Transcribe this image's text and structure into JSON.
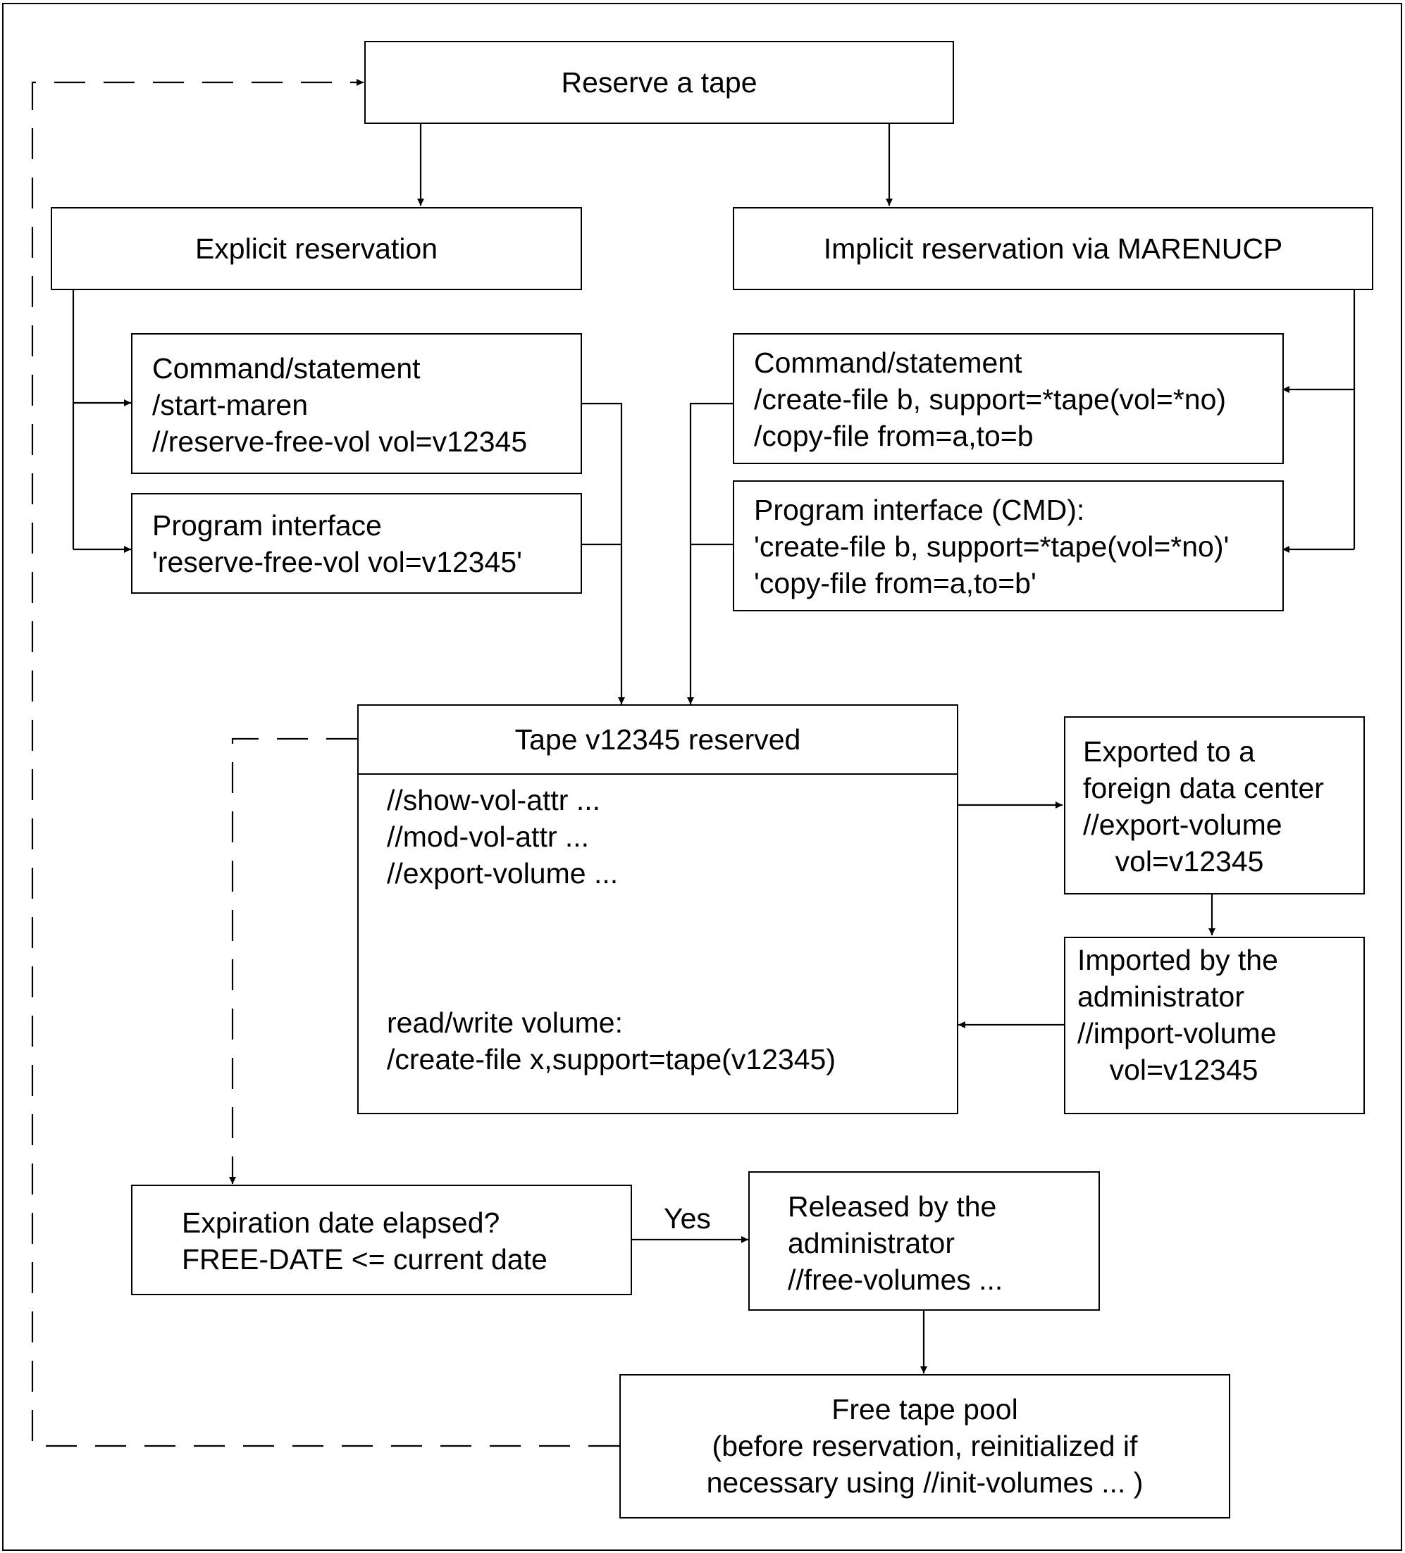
{
  "reserve": {
    "title": "Reserve a tape"
  },
  "explicit": {
    "title": "Explicit reservation"
  },
  "implicit": {
    "title": "Implicit reservation via MARENUCP"
  },
  "explicit_command": {
    "lines": [
      "Command/statement",
      "/start-maren",
      "//reserve-free-vol vol=v12345"
    ]
  },
  "explicit_program": {
    "lines": [
      "Program interface",
      "'reserve-free-vol vol=v12345'"
    ]
  },
  "implicit_command": {
    "lines": [
      "Command/statement",
      "/create-file b, support=*tape(vol=*no)",
      "/copy-file from=a,to=b"
    ]
  },
  "implicit_program": {
    "lines": [
      "Program interface (CMD):",
      "'create-file b, support=*tape(vol=*no)'",
      "'copy-file from=a,to=b'"
    ]
  },
  "reserved": {
    "title": "Tape v12345 reserved",
    "commands": [
      "//show-vol-attr ...",
      "//mod-vol-attr ...",
      "//export-volume ..."
    ],
    "rw": [
      "read/write volume:",
      "/create-file x,support=tape(v12345)"
    ]
  },
  "exported": {
    "lines": [
      "Exported to a",
      "foreign data center",
      "//export-volume",
      "    vol=v12345"
    ]
  },
  "imported": {
    "lines": [
      "Imported by the",
      "administrator",
      "//import-volume",
      "    vol=v12345"
    ]
  },
  "expiration": {
    "lines": [
      "Expiration date elapsed?",
      "FREE-DATE <= current date"
    ]
  },
  "yes_label": "Yes",
  "released": {
    "lines": [
      "Released by the",
      "administrator",
      "//free-volumes ..."
    ]
  },
  "pool": {
    "lines": [
      "Free tape pool",
      "(before reservation, reinitialized if",
      "necessary using //init-volumes ... )"
    ]
  }
}
